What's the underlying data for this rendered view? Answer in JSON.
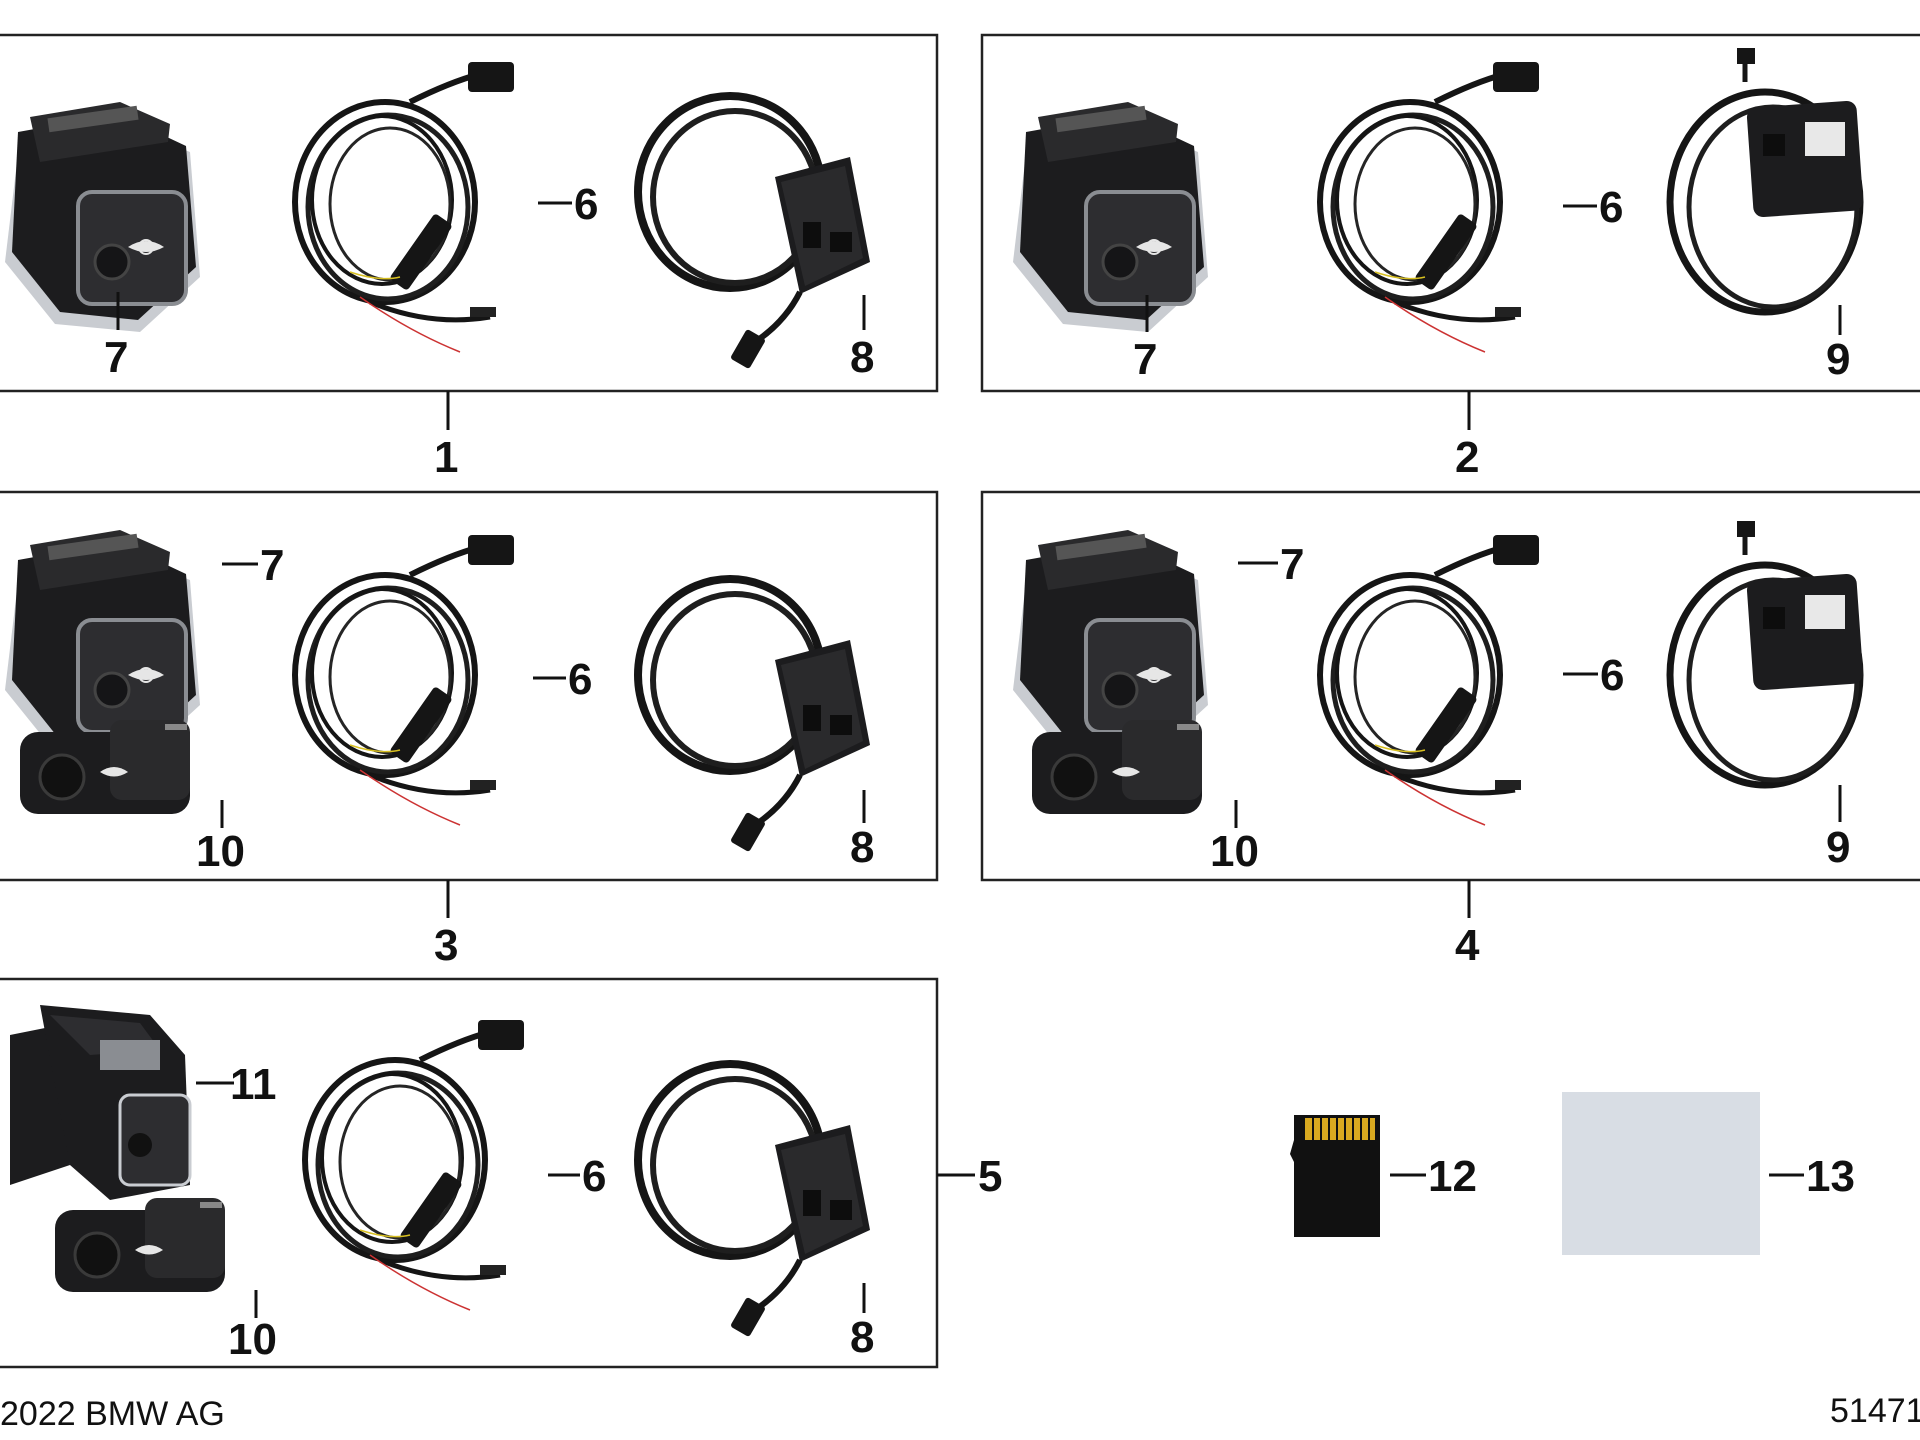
{
  "diagram": {
    "groups": [
      {
        "label": "1",
        "items": [
          {
            "callout": "7",
            "part": "front-camera"
          },
          {
            "callout": "6",
            "part": "wiring-harness"
          },
          {
            "callout": "8",
            "part": "control-box"
          }
        ]
      },
      {
        "label": "2",
        "items": [
          {
            "callout": "7",
            "part": "front-camera"
          },
          {
            "callout": "6",
            "part": "wiring-harness"
          },
          {
            "callout": "9",
            "part": "module-with-cable"
          }
        ]
      },
      {
        "label": "3",
        "items": [
          {
            "callout": "7",
            "part": "front-camera"
          },
          {
            "callout": "10",
            "part": "rear-camera"
          },
          {
            "callout": "6",
            "part": "wiring-harness"
          },
          {
            "callout": "8",
            "part": "control-box"
          }
        ]
      },
      {
        "label": "4",
        "items": [
          {
            "callout": "7",
            "part": "front-camera"
          },
          {
            "callout": "10",
            "part": "rear-camera"
          },
          {
            "callout": "6",
            "part": "wiring-harness"
          },
          {
            "callout": "9",
            "part": "module-with-cable"
          }
        ]
      },
      {
        "label": "5",
        "items": [
          {
            "callout": "11",
            "part": "front-camera-with-display"
          },
          {
            "callout": "10",
            "part": "rear-camera"
          },
          {
            "callout": "6",
            "part": "wiring-harness"
          },
          {
            "callout": "8",
            "part": "control-box"
          }
        ]
      }
    ],
    "loose_parts": [
      {
        "callout": "12",
        "part": "microsd-card"
      },
      {
        "callout": "13",
        "part": "placeholder-part"
      }
    ],
    "colors": {
      "line": "#111111",
      "device": "#1c1c1e",
      "device_face": "#2d2d30",
      "silver": "#c9ccd1",
      "placeholder": "#d8dde4",
      "sd_gold": "#d9a920"
    }
  },
  "footer": {
    "copyright": "2022 BMW AG",
    "drawing_number": "51471"
  }
}
